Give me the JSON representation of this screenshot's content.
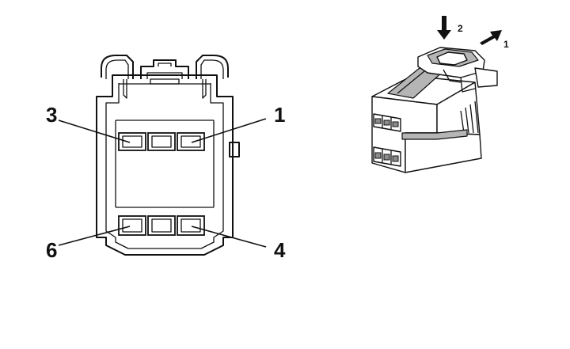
{
  "front_view": {
    "pin_labels": {
      "top_left": "3",
      "top_right": "1",
      "bottom_left": "6",
      "bottom_right": "4"
    }
  },
  "iso_view": {
    "step_labels": {
      "push": "2",
      "slide": "1"
    },
    "arrow_color": "#111111"
  }
}
